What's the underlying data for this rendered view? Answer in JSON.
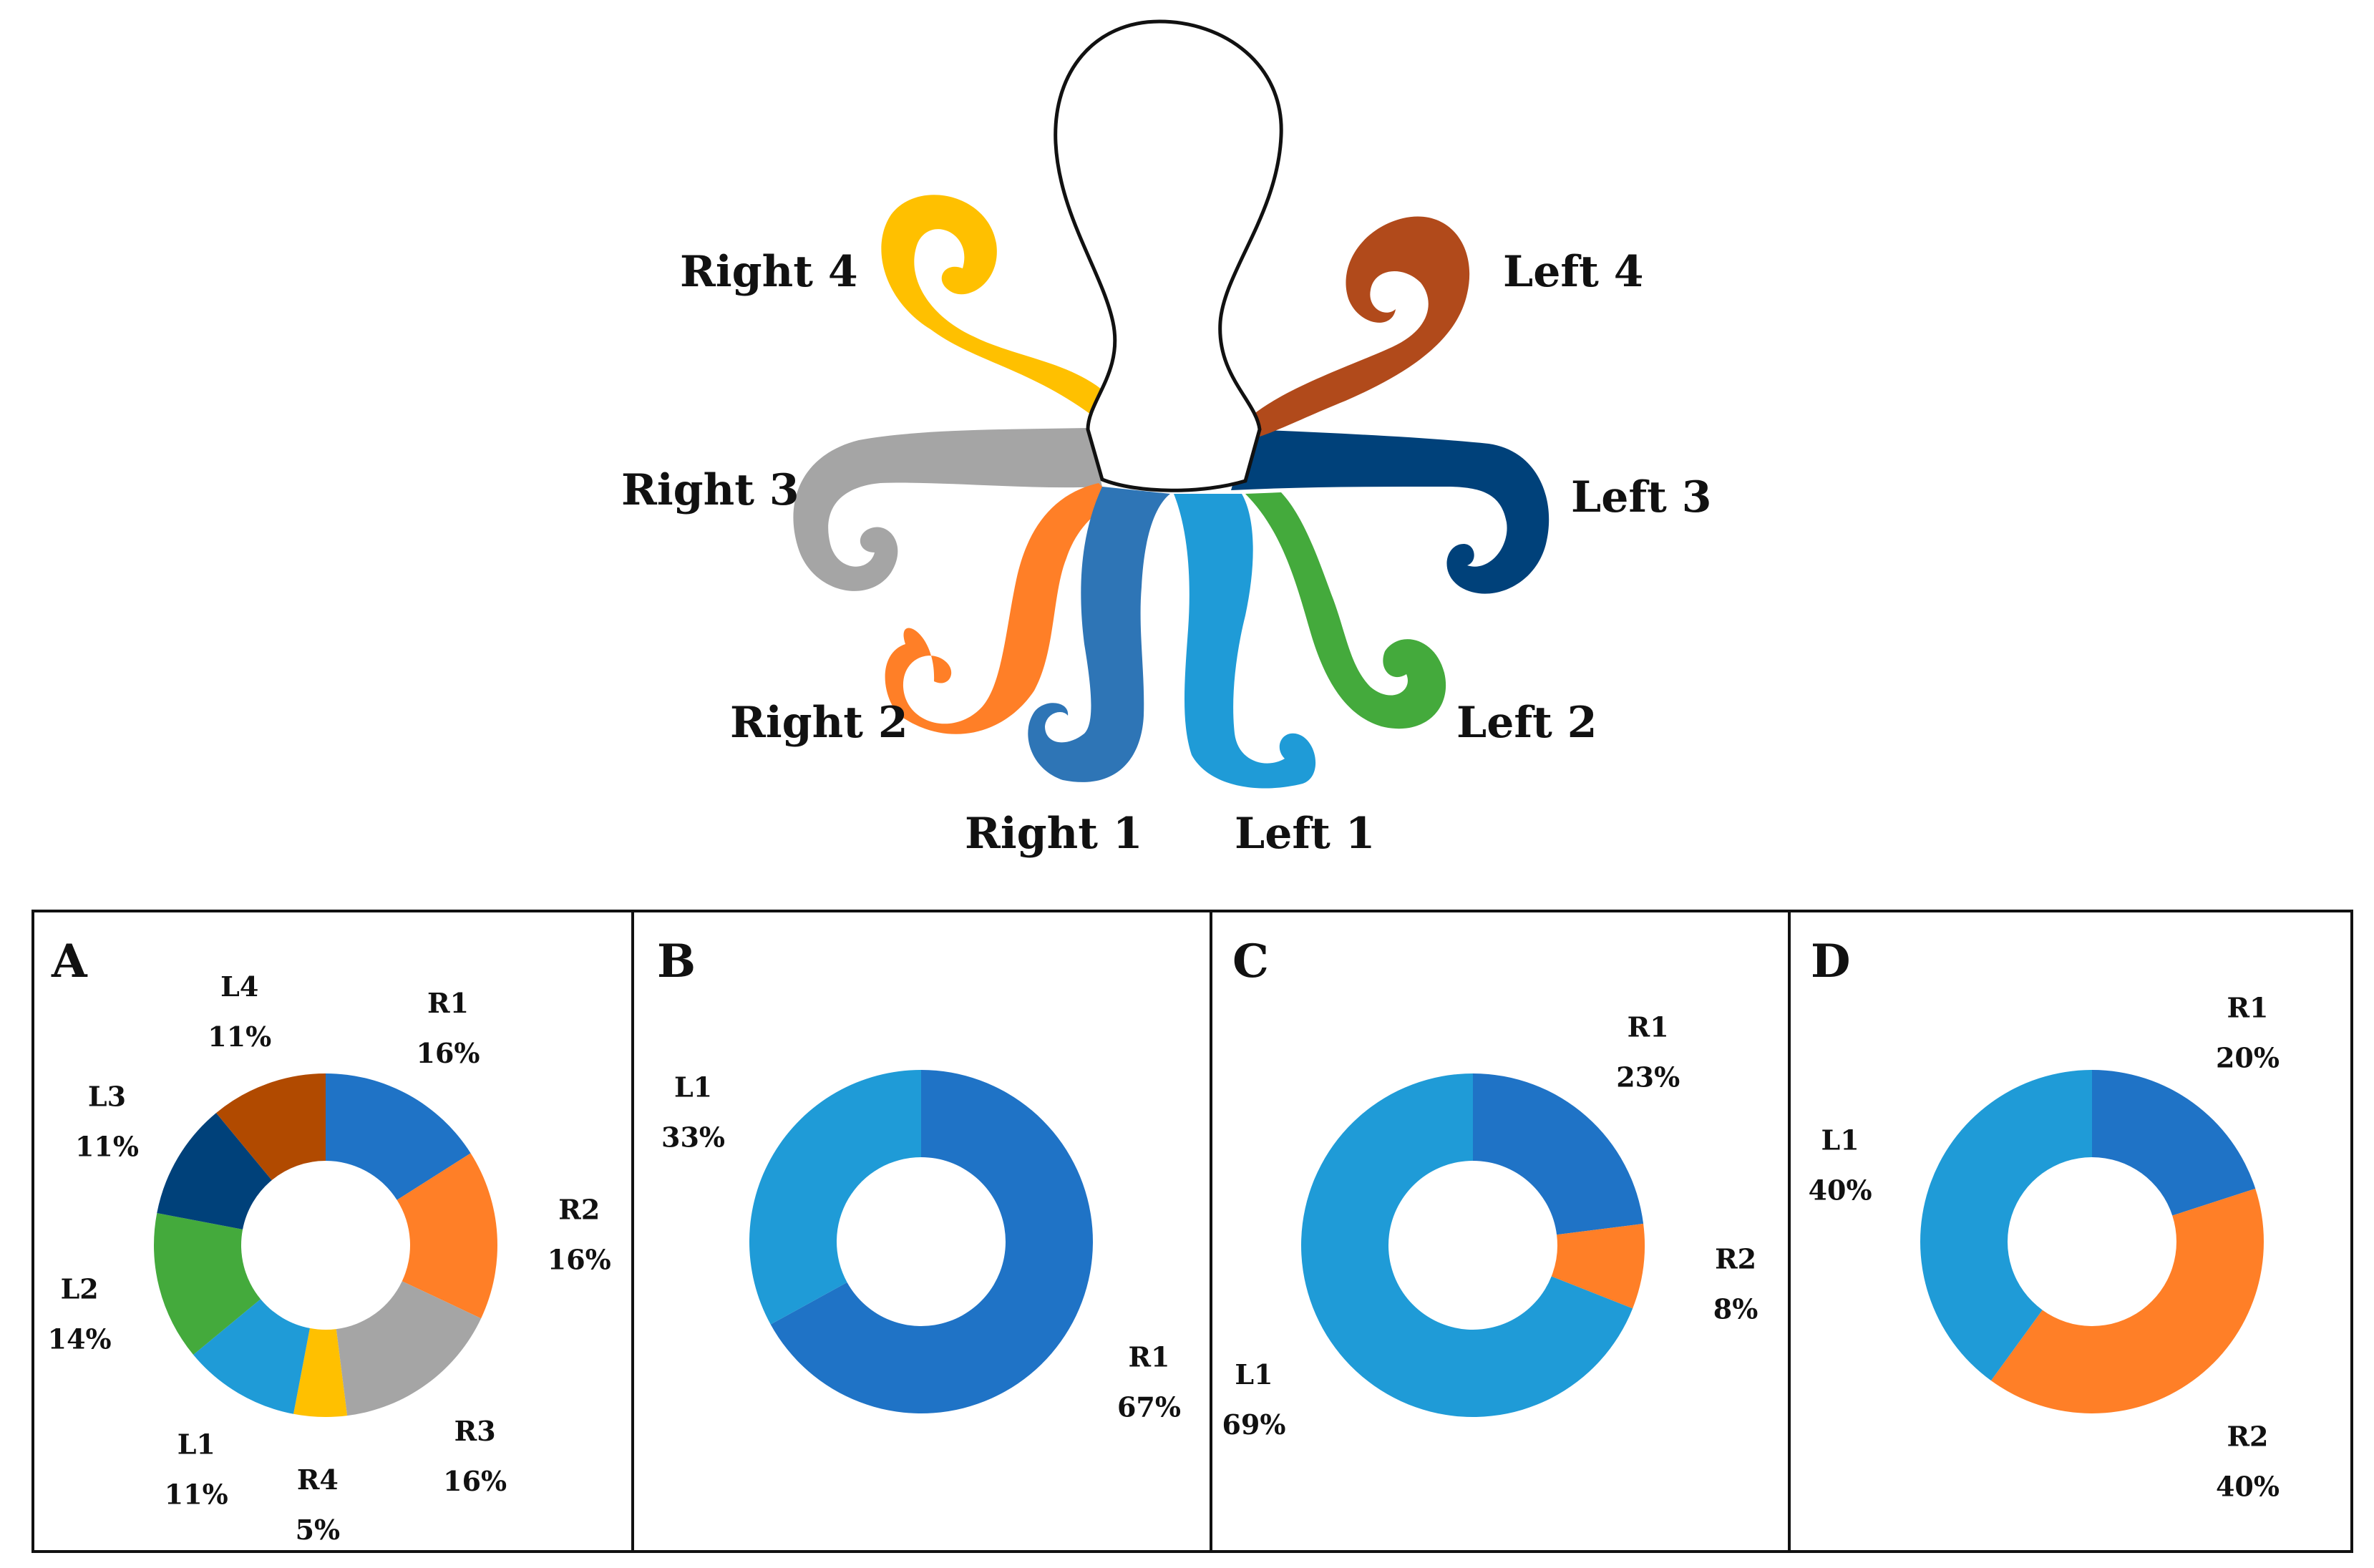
{
  "diagram": {
    "arms": {
      "right4": {
        "label": "Right 4",
        "color": "#FFC000"
      },
      "right3": {
        "label": "Right 3",
        "color": "#A5A5A5"
      },
      "right2": {
        "label": "Right 2",
        "color": "#FF7F27"
      },
      "right1": {
        "label": "Right 1",
        "color": "#2E75B6"
      },
      "left1": {
        "label": "Left 1",
        "color": "#1F9BD7"
      },
      "left2": {
        "label": "Left 2",
        "color": "#44AA3C"
      },
      "left3": {
        "label": "Left 3",
        "color": "#00417A"
      },
      "left4": {
        "label": "Left 4",
        "color": "#B14A1B"
      }
    }
  },
  "chart_data": [
    {
      "type": "pie",
      "donut": true,
      "panel": "A",
      "slices": [
        {
          "name": "R1",
          "value": 16,
          "label": "16%",
          "color": "#1F73C6"
        },
        {
          "name": "R2",
          "value": 16,
          "label": "16%",
          "color": "#FF7F27"
        },
        {
          "name": "R3",
          "value": 16,
          "label": "16%",
          "color": "#A5A5A5"
        },
        {
          "name": "R4",
          "value": 5,
          "label": "5%",
          "color": "#FFC000"
        },
        {
          "name": "L1",
          "value": 11,
          "label": "11%",
          "color": "#1F9BD7"
        },
        {
          "name": "L2",
          "value": 14,
          "label": "14%",
          "color": "#44AA3C"
        },
        {
          "name": "L3",
          "value": 11,
          "label": "11%",
          "color": "#00417A"
        },
        {
          "name": "L4",
          "value": 11,
          "label": "11%",
          "color": "#B14A00"
        }
      ]
    },
    {
      "type": "pie",
      "donut": true,
      "panel": "B",
      "slices": [
        {
          "name": "R1",
          "value": 67,
          "label": "67%",
          "color": "#1F73C6"
        },
        {
          "name": "L1",
          "value": 33,
          "label": "33%",
          "color": "#1F9BD7"
        }
      ]
    },
    {
      "type": "pie",
      "donut": true,
      "panel": "C",
      "slices": [
        {
          "name": "R1",
          "value": 23,
          "label": "23%",
          "color": "#1F73C6"
        },
        {
          "name": "R2",
          "value": 8,
          "label": "8%",
          "color": "#FF7F27"
        },
        {
          "name": "L1",
          "value": 69,
          "label": "69%",
          "color": "#1F9BD7"
        }
      ]
    },
    {
      "type": "pie",
      "donut": true,
      "panel": "D",
      "slices": [
        {
          "name": "R1",
          "value": 20,
          "label": "20%",
          "color": "#1F73C6"
        },
        {
          "name": "R2",
          "value": 40,
          "label": "40%",
          "color": "#FF7F27"
        },
        {
          "name": "L1",
          "value": 40,
          "label": "40%",
          "color": "#1F9BD7"
        }
      ]
    }
  ]
}
